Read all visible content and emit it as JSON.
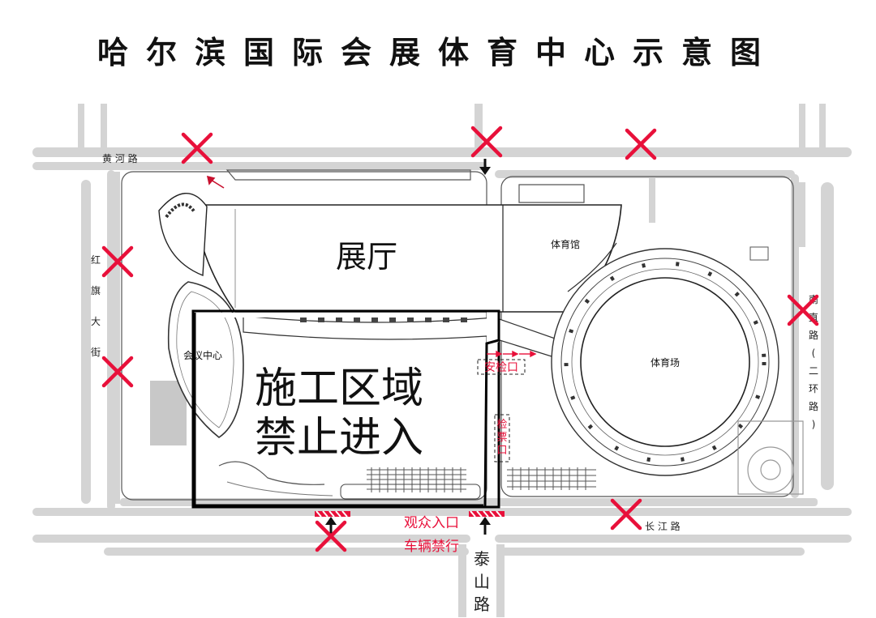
{
  "title": "哈尔滨国际会展体育中心示意图",
  "roads": {
    "huanghe": "黄 河 路",
    "hongqi": [
      "红",
      "旗",
      "大",
      "街"
    ],
    "nanzhi": [
      "南",
      "直",
      "路",
      "(",
      "二",
      "环",
      "路",
      ")"
    ],
    "changjiang": "长 江 路",
    "taishan": [
      "泰",
      "山",
      "路"
    ]
  },
  "buildings": {
    "exhibition_hall": "展厅",
    "gymnasium": "体育馆",
    "conference_center": "会议中心",
    "stadium": "体育场"
  },
  "construction": {
    "line1": "施工区域",
    "line2": "禁止进入"
  },
  "checkpoints": {
    "security": "安检口",
    "side_label": "检票口"
  },
  "entrance": {
    "line1": "观众入口",
    "line2": "车辆禁行"
  },
  "colors": {
    "closed_mark": "#e8103a",
    "road": "#d2d2d2",
    "outline": "#000000"
  }
}
